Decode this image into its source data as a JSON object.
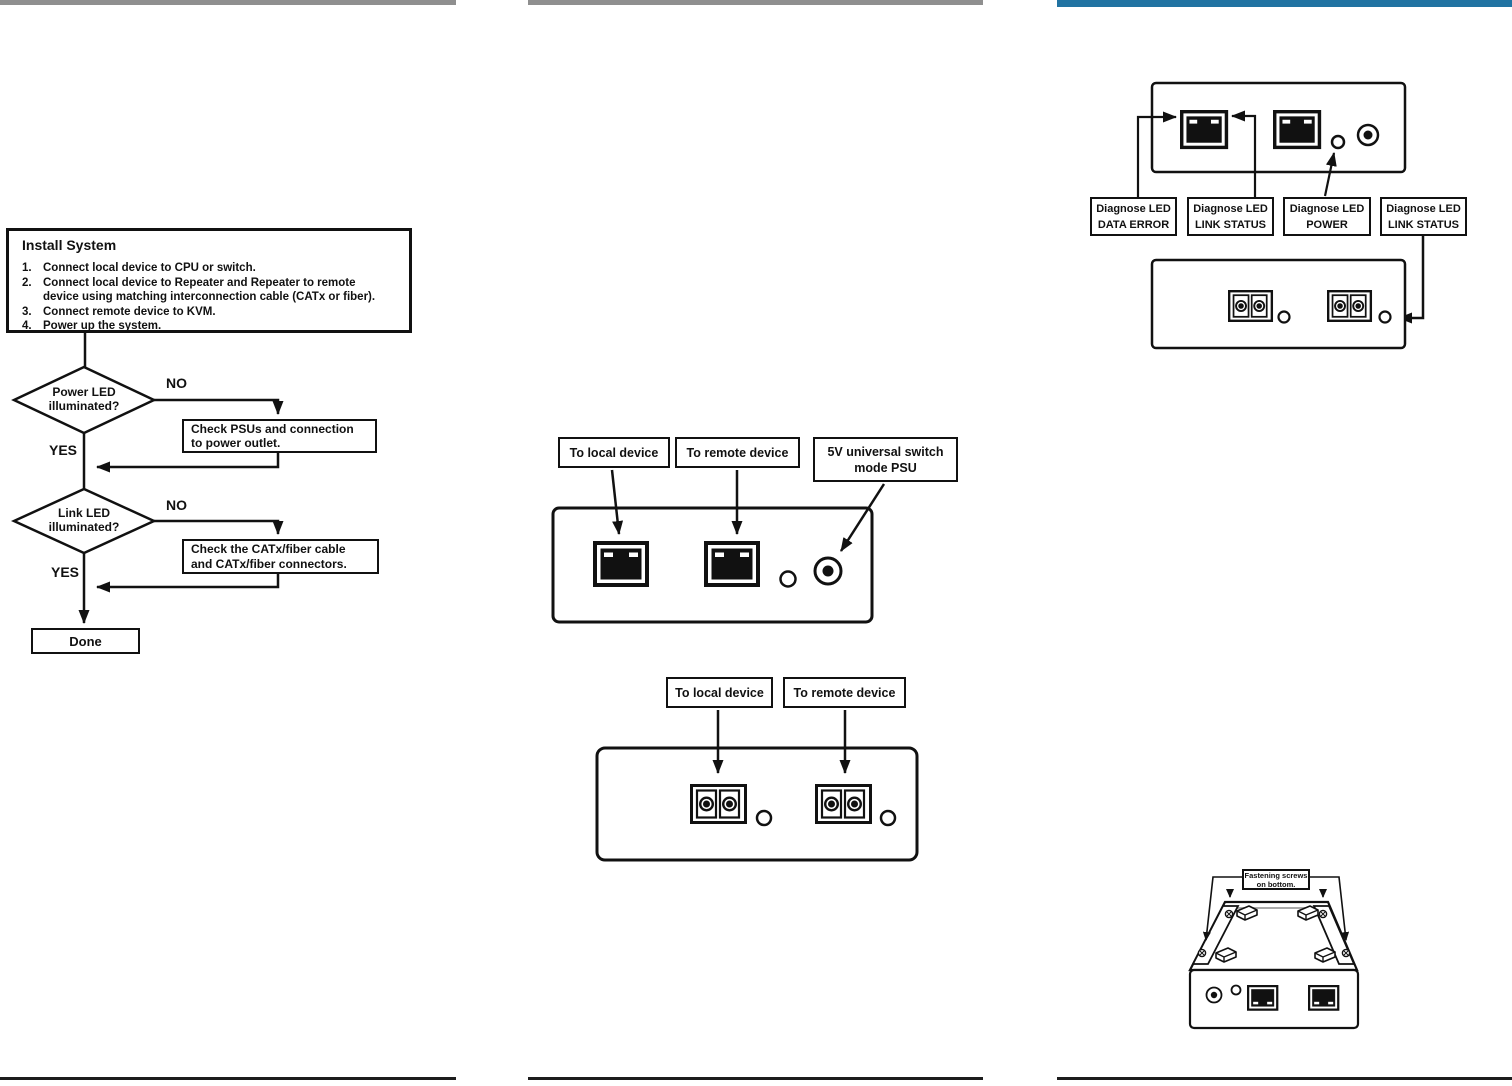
{
  "colors": {
    "ink": "#111111",
    "bar_gray": "#8f8f8f",
    "bar_blue": "#2173a2",
    "bottom_rule": "#1d1d1d"
  },
  "flowchart": {
    "install_box": {
      "title": "Install System",
      "steps": [
        {
          "num": "1.",
          "text": "Connect local device to CPU or switch."
        },
        {
          "num": "2.",
          "text": "Connect local device to Repeater and Repeater to remote\ndevice using matching interconnection cable (CATx or fiber)."
        },
        {
          "num": "3.",
          "text": "Connect remote device to KVM."
        },
        {
          "num": "4.",
          "text": "Power up the system."
        }
      ]
    },
    "decision_power": "Power LED\nilluminated?",
    "decision_link": "Link LED\nilluminated?",
    "no_label": "NO",
    "yes_label": "YES",
    "check_power": "Check PSUs and connection\nto power outlet.",
    "check_link": "Check the CATx/fiber cable\nand CATx/fiber connectors.",
    "done_label": "Done"
  },
  "catx_device": {
    "label_local": "To local device",
    "label_remote": "To remote device",
    "label_psu": "5V universal switch\nmode PSU"
  },
  "fiber_device": {
    "label_local": "To local device",
    "label_remote": "To remote device"
  },
  "diagnose": {
    "labels": [
      "Diagnose LED\nDATA ERROR",
      "Diagnose LED\nLINK STATUS",
      "Diagnose LED\nPOWER",
      "Diagnose LED\nLINK STATUS"
    ]
  },
  "mounting": {
    "label": "Fastening screws\non bottom."
  }
}
